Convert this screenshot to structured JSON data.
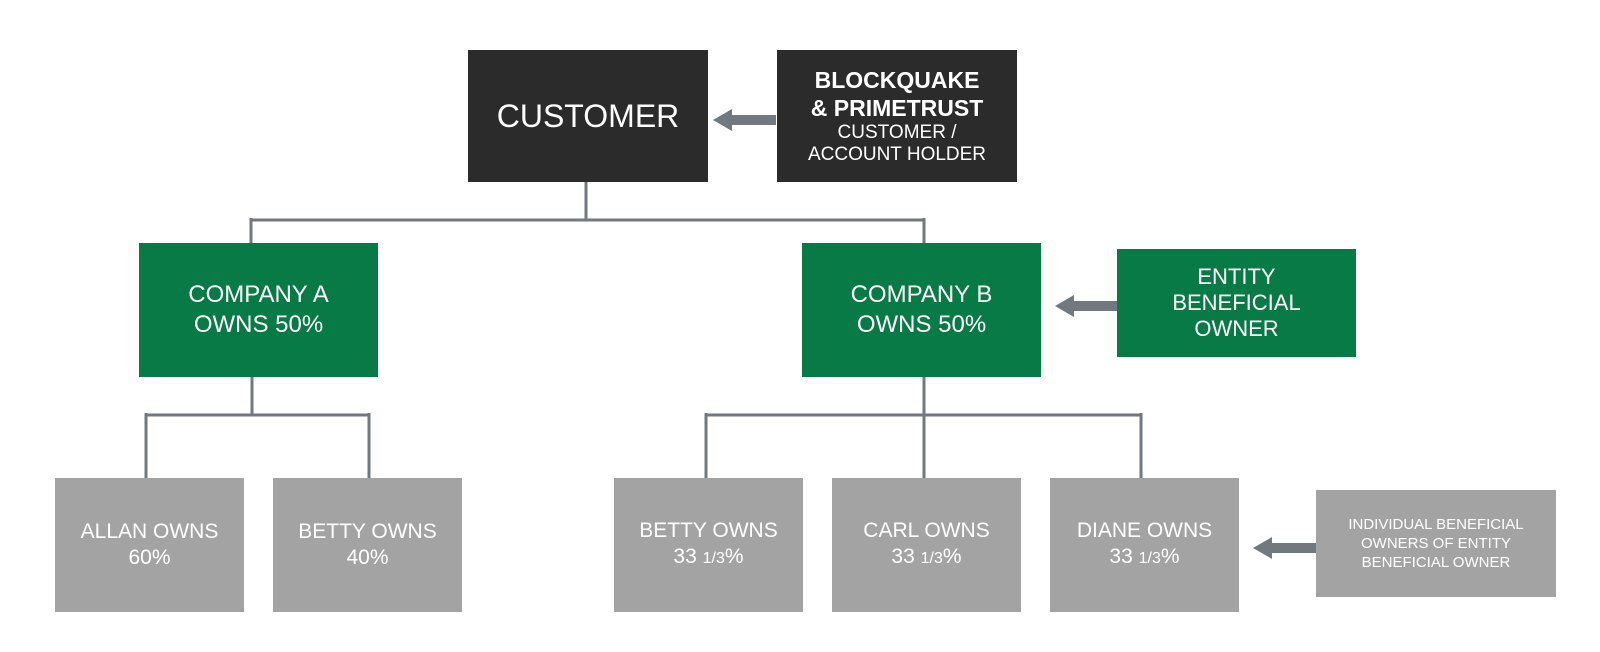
{
  "customer": {
    "label": "CUSTOMER"
  },
  "provider": {
    "line1": "BLOCKQUAKE",
    "line2": "& PRIMETRUST",
    "line3": "CUSTOMER /",
    "line4": "ACCOUNT HOLDER"
  },
  "companies": [
    {
      "line1": "COMPANY A",
      "line2": "OWNS 50%"
    },
    {
      "line1": "COMPANY B",
      "line2": "OWNS 50%"
    }
  ],
  "entity_label": {
    "line1": "ENTITY",
    "line2": "BENEFICIAL",
    "line3": "OWNER"
  },
  "individuals": [
    {
      "line1": "ALLAN OWNS",
      "value": "60%"
    },
    {
      "line1": "BETTY OWNS",
      "value": "40%"
    },
    {
      "line1": "BETTY OWNS",
      "whole": "33",
      "fraction": "1/3",
      "unit": "%"
    },
    {
      "line1": "CARL OWNS",
      "whole": "33",
      "fraction": "1/3",
      "unit": "%"
    },
    {
      "line1": "DIANE OWNS",
      "whole": "33",
      "fraction": "1/3",
      "unit": "%"
    }
  ],
  "individual_label": {
    "line1": "INDIVIDUAL BENEFICIAL",
    "line2": "OWNERS OF ENTITY",
    "line3": "BENEFICIAL OWNER"
  },
  "colors": {
    "dark": "#2b2b2b",
    "green": "#077a45",
    "grey": "#a3a3a3",
    "connector": "#727880"
  }
}
